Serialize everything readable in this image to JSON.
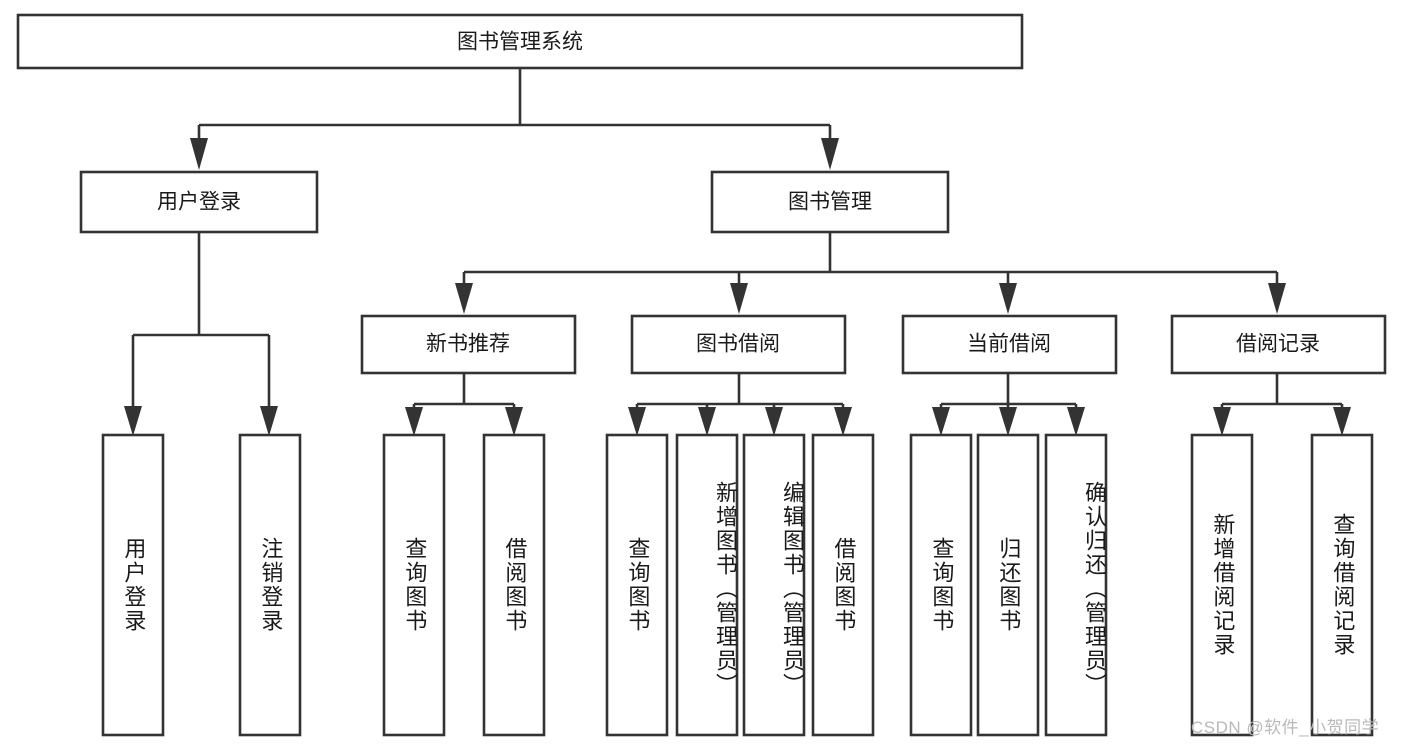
{
  "diagram": {
    "type": "tree-hierarchy",
    "title": "图书管理系统",
    "orientation": "top-down",
    "colors": {
      "box_stroke": "#333333",
      "box_fill": "#ffffff",
      "text": "#1a1a1a",
      "background": "#ffffff",
      "watermark": "#b9b9b9"
    },
    "root": {
      "label": "图书管理系统"
    },
    "level2": [
      {
        "label": "用户登录"
      },
      {
        "label": "图书管理"
      }
    ],
    "level3": [
      {
        "label": "新书推荐"
      },
      {
        "label": "图书借阅"
      },
      {
        "label": "当前借阅"
      },
      {
        "label": "借阅记录"
      }
    ],
    "leaves": {
      "user_login": [
        {
          "label": "用户登录"
        },
        {
          "label": "注销登录"
        }
      ],
      "new_book_recommend": [
        {
          "label": "查询图书"
        },
        {
          "label": "借阅图书"
        }
      ],
      "book_borrow": [
        {
          "label": "查询图书"
        },
        {
          "label": "新增图书（管理员）"
        },
        {
          "label": "编辑图书（管理员）"
        },
        {
          "label": "借阅图书"
        }
      ],
      "current_borrow": [
        {
          "label": "查询图书"
        },
        {
          "label": "归还图书"
        },
        {
          "label": "确认归还（管理员）"
        }
      ],
      "borrow_record": [
        {
          "label": "新增借阅记录"
        },
        {
          "label": "查询借阅记录"
        }
      ]
    },
    "watermark": "CSDN @软件_小贺同学"
  }
}
